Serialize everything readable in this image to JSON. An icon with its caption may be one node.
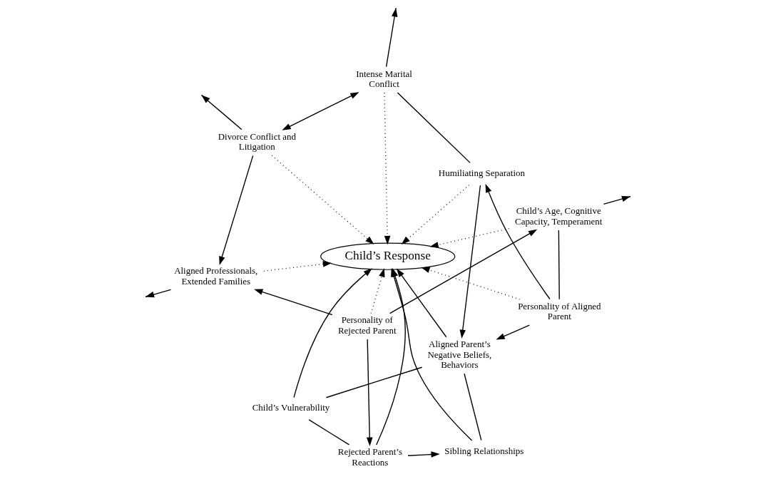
{
  "diagram": {
    "nodes": [
      {
        "text": [
          "Humiliating Separation"
        ]
      },
      {
        "text": [
          "Personality of Aligned Parent"
        ]
      },
      {
        "text": [
          "Aligned Parent’s Negative Beliefs, Behaviors"
        ]
      },
      {
        "text": [
          "Intense Marital Conflict"
        ]
      },
      {
        "text": [
          "Child’s Age, Cognitive Capacity, Temperament"
        ]
      },
      {
        "text": [
          "Child’s Response"
        ]
      },
      {
        "text": [
          "Child’s Vulnerability"
        ]
      },
      {
        "text": [
          "Sibling Relationships"
        ]
      },
      {
        "text": [
          "Rejected Parent’s Reactions"
        ]
      },
      {
        "text": [
          "Personality of Rejected Parent"
        ]
      },
      {
        "text": [
          "Divorce Conflict and Litigation"
        ]
      },
      {
        "text": [
          "Aligned Professionals, Extended Families"
        ]
      }
    ],
    "edges": [
      {
        "from": 1,
        "to": 0,
        "arrow": "to"
      },
      {
        "from": 0,
        "to": 3,
        "arrow": "none"
      },
      {
        "from": 1,
        "to": 4,
        "arrow": "none"
      },
      {
        "from": 9,
        "to": 4,
        "arrow": "to"
      },
      {
        "from": 9,
        "to": 11,
        "arrow": "to"
      },
      {
        "from": 10,
        "to": 3,
        "arrow": "both"
      },
      {
        "from": 2,
        "to": 7,
        "arrow": "none"
      },
      {
        "from": 2,
        "to": 6,
        "arrow": "none"
      },
      {
        "from": 6,
        "to": 8,
        "arrow": "none"
      },
      {
        "from": 8,
        "to": 7,
        "arrow": "to"
      },
      {
        "from": 0,
        "to": 2,
        "arrow": "to"
      },
      {
        "from": 1,
        "to": 2,
        "arrow": "to"
      },
      {
        "from": 0,
        "to": 5,
        "arrow": "to",
        "style": "dashed"
      },
      {
        "from": 1,
        "to": 5,
        "arrow": "to",
        "style": "dashed"
      },
      {
        "from": 2,
        "to": 5,
        "arrow": "to"
      },
      {
        "from": 3,
        "to": 5,
        "arrow": "to",
        "style": "dashed"
      },
      {
        "from": 3,
        "to": null,
        "arrow": "to"
      },
      {
        "from": 4,
        "to": 5,
        "arrow": "to",
        "style": "dashed"
      },
      {
        "from": 4,
        "to": null,
        "arrow": "to"
      },
      {
        "from": 6,
        "to": 5,
        "arrow": "to"
      },
      {
        "from": 7,
        "to": 5,
        "arrow": "to"
      },
      {
        "from": 8,
        "to": 5,
        "arrow": "to"
      },
      {
        "from": 9,
        "to": 5,
        "arrow": "to",
        "style": "dashed"
      },
      {
        "from": 9,
        "to": 8,
        "arrow": "to"
      },
      {
        "from": 10,
        "to": 5,
        "arrow": "to",
        "style": "dashed"
      },
      {
        "from": 10,
        "to": null,
        "arrow": "to"
      },
      {
        "from": 10,
        "to": 11,
        "arrow": "to"
      },
      {
        "from": 11,
        "to": 5,
        "arrow": "to",
        "style": "dashed"
      },
      {
        "from": 11,
        "to": null,
        "arrow": "to"
      }
    ]
  }
}
